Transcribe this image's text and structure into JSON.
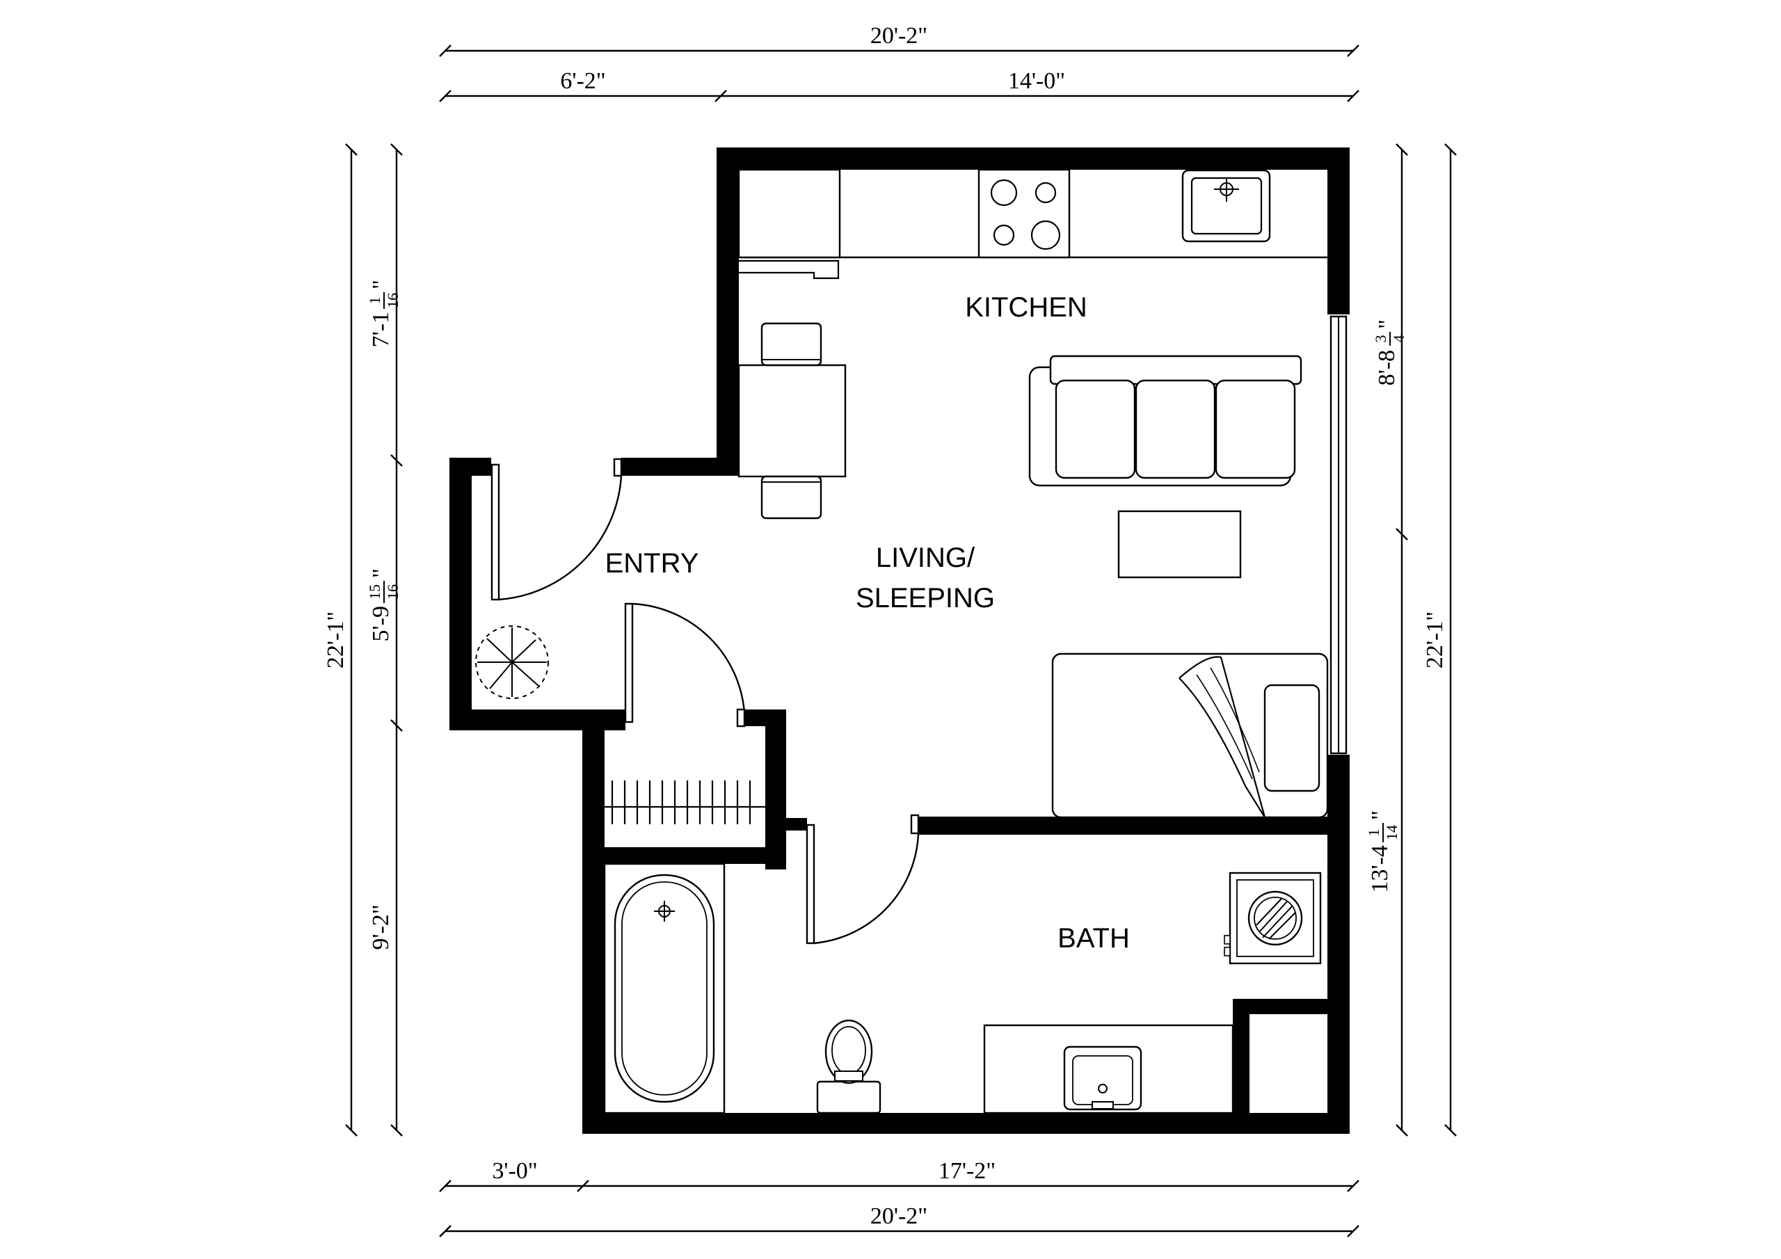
{
  "dimensions": {
    "top_total": "20'-2\"",
    "top_left": "6'-2\"",
    "top_right": "14'-0\"",
    "bottom_left": "3'-0\"",
    "bottom_right": "17'-2\"",
    "bottom_total": "20'-2\"",
    "left_total": "22'-1\"",
    "left_upper": {
      "whole": "7'-1",
      "num": "1",
      "den": "16",
      "unit": "\""
    },
    "left_middle": {
      "whole": "5'-9",
      "num": "15",
      "den": "16",
      "unit": "\""
    },
    "left_lower": "9'-2\"",
    "right_total": "22'-1\"",
    "right_upper": {
      "whole": "8'-8",
      "num": "3",
      "den": "4",
      "unit": "\""
    },
    "right_lower": {
      "whole": "13'-4",
      "num": "1",
      "den": "14",
      "unit": "\""
    }
  },
  "rooms": {
    "kitchen": "KITCHEN",
    "entry": "ENTRY",
    "living_line1": "LIVING/",
    "living_line2": "SLEEPING",
    "bath": "BATH"
  }
}
